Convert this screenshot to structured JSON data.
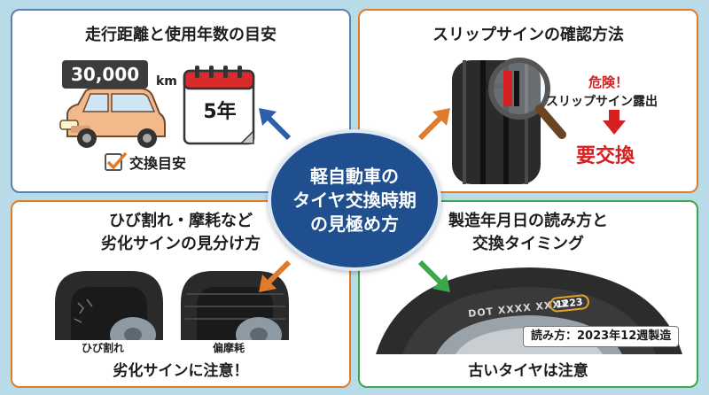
{
  "panel1": {
    "title": "走行距離と使用年数の目安",
    "mileage": "30,000",
    "unit": "km",
    "calendar": "5年",
    "check_label": "交換目安"
  },
  "panel2": {
    "title": "スリップサインの確認方法",
    "danger": "危険！",
    "exposed": "スリップサイン露出",
    "replace": "要交換"
  },
  "center": {
    "line1": "軽自動車の",
    "line2": "タイヤ交換時期",
    "line3": "の見極め方"
  },
  "panel3": {
    "title_line1": "ひび割れ・摩耗など",
    "title_line2": "劣化サインの見分け方",
    "label_crack": "ひび割れ",
    "label_uneven": "偏摩耗",
    "warning": "劣化サインに注意！"
  },
  "panel4": {
    "title_line1": "製造年月日の読み方と",
    "title_line2": "交換タイミング",
    "dot_text": "DOT XXXX XXXX",
    "dot_code": "1223",
    "reading": "読み方：2023年12週製造",
    "warning": "古いタイヤは注意"
  },
  "colors": {
    "navy": "#1f4f8f",
    "orange": "#e07b2a",
    "green": "#3aa84a",
    "blue": "#5a80b8",
    "red": "#d42020"
  }
}
